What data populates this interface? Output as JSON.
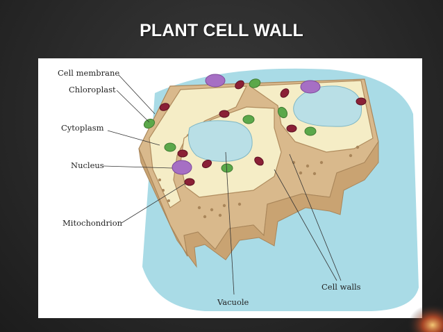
{
  "slide": {
    "title": "PLANT CELL WALL"
  },
  "diagram": {
    "labels": {
      "cell_membrane": "Cell membrane",
      "chloroplast": "Chloroplast",
      "cytoplasm": "Cytoplasm",
      "nucleus": "Nucleus",
      "mitochondrion": "Mitochondrion",
      "vacuole": "Vacuole",
      "cell_walls": "Cell walls"
    },
    "colors": {
      "cell_wall": "#d9b98c",
      "cytoplasm": "#f5edc6",
      "vacuole": "#b9dfe6",
      "nucleus": "#a66fc4",
      "chloroplast": "#5ba84a",
      "mitochondrion": "#8a2036",
      "background_fluid": "#a9dbe6"
    }
  }
}
